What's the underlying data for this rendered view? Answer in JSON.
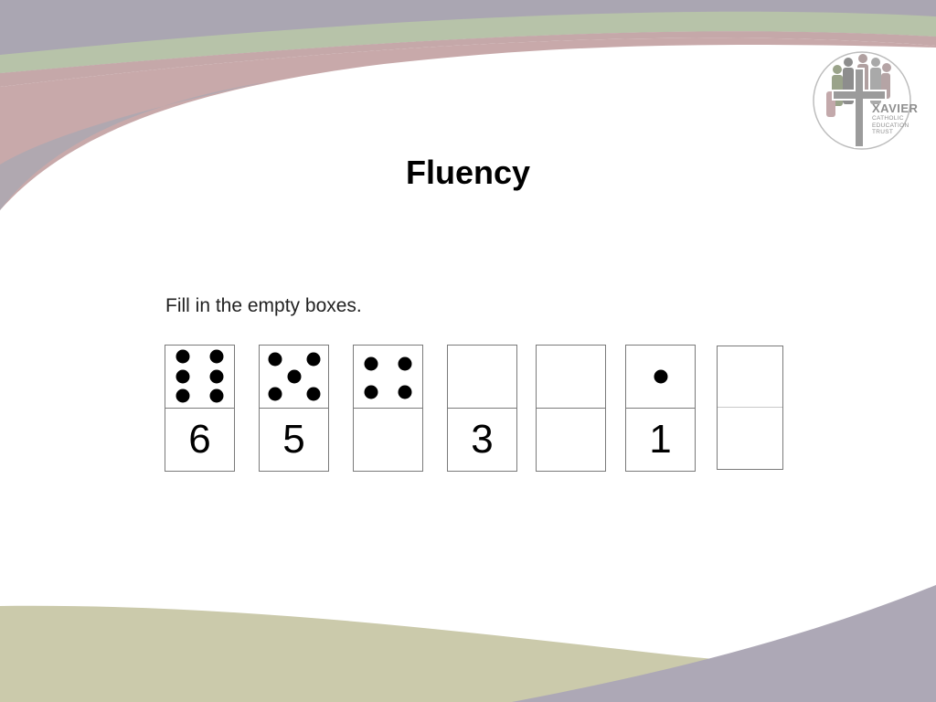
{
  "slide": {
    "title": "Fluency",
    "instruction": "Fill in the empty boxes."
  },
  "logo": {
    "name": "XAVIER",
    "sub_lines": [
      "CATHOLIC",
      "EDUCATION",
      "TRUST"
    ]
  },
  "colors": {
    "band_gray": "#a9a5b1",
    "band_green": "#b6c2a8",
    "band_rose": "#c6a7a8",
    "band_olive": "#c9c8a9",
    "dot": "#000000"
  },
  "dominoes": [
    {
      "dots": 6,
      "number": "6"
    },
    {
      "dots": 5,
      "number": "5"
    },
    {
      "dots": 4,
      "number": ""
    },
    {
      "dots": 0,
      "number": "3"
    },
    {
      "dots": 0,
      "number": ""
    },
    {
      "dots": 1,
      "number": "1"
    },
    {
      "dots": 0,
      "number": ""
    }
  ]
}
